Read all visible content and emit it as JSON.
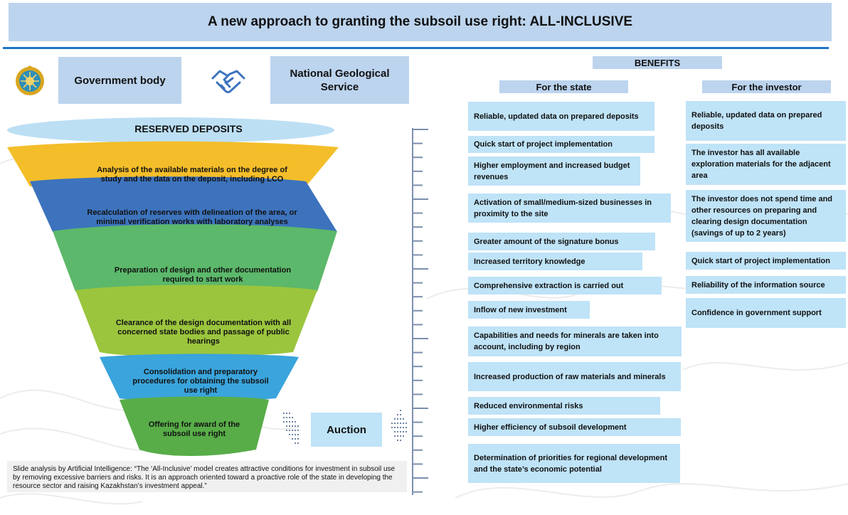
{
  "title": "A new approach to granting the subsoil use right: ALL-INCLUSIVE",
  "entities": {
    "government_body": "Government body",
    "national_geological_service": "National Geological Service"
  },
  "icons": {
    "emblem": "kazakhstan-emblem-icon",
    "handshake": "handshake-icon"
  },
  "funnel": {
    "top_label": "RESERVED DEPOSITS",
    "stages": [
      {
        "label": "Analysis of the available materials on the degree of study and the data on the deposit, including LCO",
        "color": "#f4be2a"
      },
      {
        "label": "Recalculation of reserves with delineation of the area, or minimal verification works with laboratory analyses",
        "color": "#3d73bd"
      },
      {
        "label": "Preparation of design and other documentation required to start work",
        "color": "#5cb86a"
      },
      {
        "label": "Clearance of the design documentation with all concerned state bodies and passage of public hearings",
        "color": "#9bc53d"
      },
      {
        "label": "Consolidation and preparatory procedures for obtaining the subsoil use right",
        "color": "#3aa4dc"
      },
      {
        "label": "Offering for award of the subsoil use right",
        "color": "#58ad48"
      }
    ]
  },
  "auction": "Auction",
  "ai_note": "Slide analysis by Artificial Intelligence: “The ‘All-Inclusive’ model creates attractive conditions for investment in subsoil use by removing excessive barriers and risks. It is an approach oriented toward a proactive role of the state in developing the resource sector and raising Kazakhstan’s investment appeal.”",
  "benefits": {
    "header": "BENEFITS",
    "state": {
      "header": "For the state",
      "items": [
        "Reliable, updated data on prepared deposits",
        "Quick start of project implementation",
        "Higher employment and increased budget revenues",
        "Activation of small/medium-sized businesses in proximity to the site",
        "Greater amount of the signature bonus",
        "Increased territory knowledge",
        "Comprehensive extraction is carried out",
        "Inflow of new investment",
        "Capabilities and needs for minerals are taken into account, including by region",
        "Increased production of raw materials and minerals",
        "Reduced environmental risks",
        "Higher efficiency of subsoil development",
        "Determination of priorities for regional development and the state’s economic potential"
      ]
    },
    "investor": {
      "header": "For the investor",
      "items": [
        "Reliable, updated data on prepared deposits",
        "The investor has all available exploration materials for the adjacent area",
        "The investor does not spend time and other resources on preparing and clearing design documentation (savings of up to 2 years)",
        "Quick start of project implementation",
        "Reliability of the information source",
        "Confidence in government support"
      ]
    }
  }
}
